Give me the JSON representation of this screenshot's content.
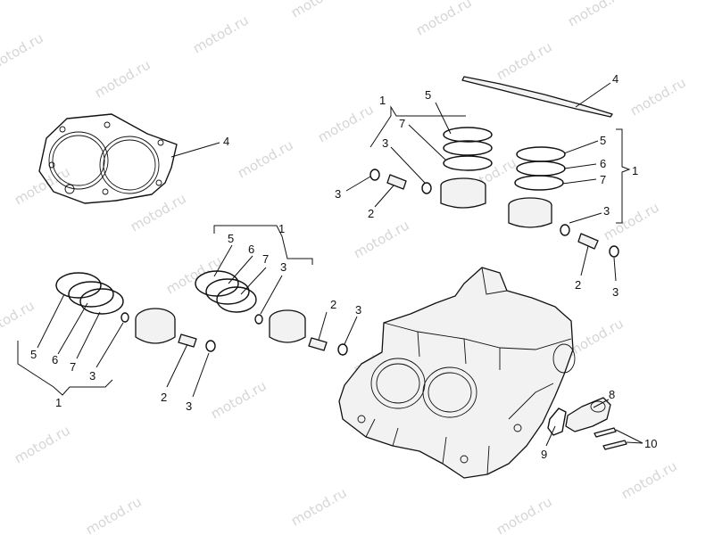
{
  "watermark": "motod.ru",
  "callouts": {
    "gasket_left": "4",
    "gasket_top": "4",
    "group_top_left": {
      "bracket": "1",
      "ring5": "5",
      "ring7": "7",
      "clip": "3",
      "clip_left": "3",
      "pin": "2"
    },
    "group_top_right": {
      "bracket": "1",
      "ring5": "5",
      "ring6": "6",
      "ring7": "7",
      "clip": "3",
      "pin": "2",
      "clip2": "3"
    },
    "group_mid": {
      "bracket": "1",
      "ring5": "5",
      "ring6": "6",
      "ring7": "7",
      "clip": "3",
      "pin": "2",
      "clip2": "3"
    },
    "group_left": {
      "bracket": "1",
      "ring5": "5",
      "ring6": "6",
      "ring7": "7",
      "clip": "3",
      "pin": "2",
      "clip2": "3"
    },
    "fitting": "8",
    "fitting_gasket": "9",
    "bolts": "10"
  }
}
